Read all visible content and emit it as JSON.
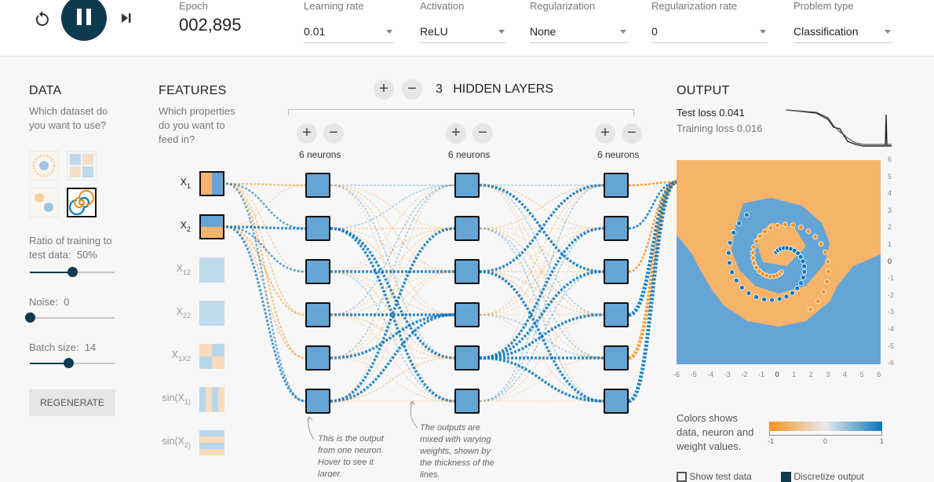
{
  "controls": {
    "epoch_label": "Epoch",
    "epoch_value": "002,895",
    "learning_rate": {
      "label": "Learning rate",
      "value": "0.01"
    },
    "activation": {
      "label": "Activation",
      "value": "ReLU"
    },
    "regularization": {
      "label": "Regularization",
      "value": "None"
    },
    "regularization_rate": {
      "label": "Regularization rate",
      "value": "0"
    },
    "problem_type": {
      "label": "Problem type",
      "value": "Classification"
    }
  },
  "data_panel": {
    "title": "DATA",
    "question": "Which dataset do you want to use?",
    "ratio_label": "Ratio of training to test data:",
    "ratio_value": "50%",
    "ratio_fraction": 0.5,
    "noise_label": "Noise:",
    "noise_value": "0",
    "noise_fraction": 0,
    "batch_label": "Batch size:",
    "batch_value": "14",
    "batch_fraction": 0.45,
    "regenerate": "REGENERATE"
  },
  "features_panel": {
    "title": "FEATURES",
    "question": "Which properties do you want to feed in?",
    "features": [
      {
        "main": "X",
        "sub": "1",
        "active": true
      },
      {
        "main": "X",
        "sub": "2",
        "active": true
      },
      {
        "main": "X",
        "sub": "12",
        "active": false
      },
      {
        "main": "X",
        "sub": "22",
        "active": false
      },
      {
        "main": "X",
        "sub": "1X2",
        "active": false
      },
      {
        "main": "sin(X",
        "sub": "1)",
        "active": false
      },
      {
        "main": "sin(X",
        "sub": "2)",
        "active": false
      }
    ]
  },
  "network": {
    "hidden_layers_count": "3",
    "hidden_layers_label": "HIDDEN LAYERS",
    "layers": [
      {
        "neurons_label": "6 neurons"
      },
      {
        "neurons_label": "6 neurons"
      },
      {
        "neurons_label": "6 neurons"
      }
    ],
    "note1": "This is the output from one neuron. Hover to see it larger.",
    "note2": "The outputs are mixed with varying weights, shown by the thickness of the lines."
  },
  "output_panel": {
    "title": "OUTPUT",
    "test_loss_label": "Test loss",
    "test_loss_value": "0.041",
    "training_loss_label": "Training loss",
    "training_loss_value": "0.016",
    "axis_ticks": [
      "-6",
      "-5",
      "-4",
      "-3",
      "-2",
      "-1",
      "0",
      "1",
      "2",
      "3",
      "4",
      "5",
      "6"
    ],
    "y_axis_ticks": [
      "6",
      "5",
      "4",
      "3",
      "2",
      "1",
      "0",
      "-1",
      "-2",
      "-3",
      "-4",
      "-5",
      "-6"
    ],
    "legend_text": "Colors shows data, neuron and weight values.",
    "legend_ticks": [
      "-1",
      "0",
      "1"
    ],
    "show_test_data": "Show test data",
    "discretize_output": "Discretize output"
  },
  "colors": {
    "orange": "#f59322",
    "blue": "#0877bd",
    "light_blue": "#65a5d6",
    "light_orange": "#f5b46a",
    "dark": "#0e3a4f"
  }
}
